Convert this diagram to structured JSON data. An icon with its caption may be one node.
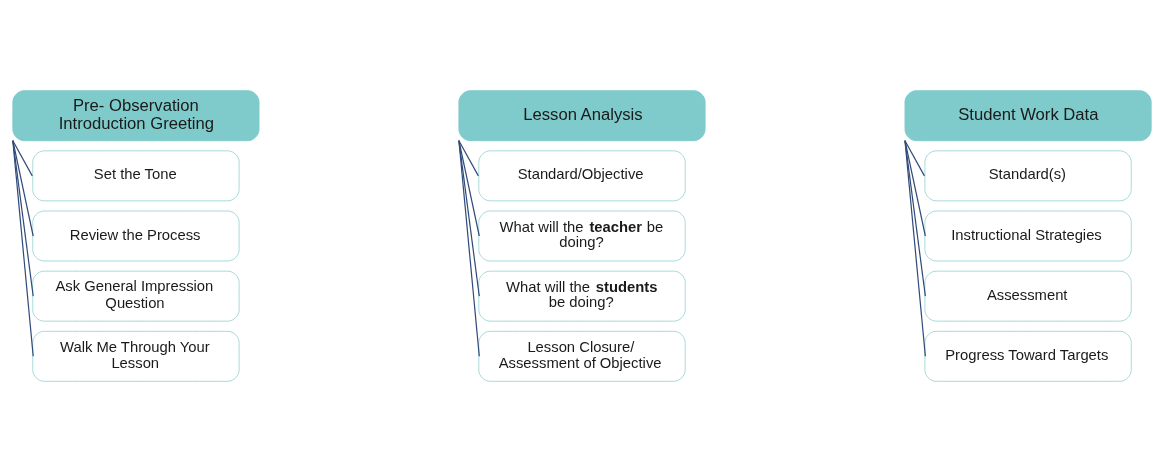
{
  "diagram": {
    "nodes": [
      {
        "text": [
          "Pre- Observation Introduction Greeting"
        ]
      },
      {
        "text": [
          "Set the Tone"
        ]
      },
      {
        "text": [
          "Review the Process"
        ]
      },
      {
        "text": [
          "Ask General Impression Question"
        ]
      },
      {
        "text": [
          "Walk Me Through Your Lesson"
        ]
      },
      {
        "text": [
          "Lesson Analysis"
        ]
      },
      {
        "text": [
          "Standard/Objective"
        ]
      },
      {
        "text": [
          "What will the **teacher** be doing?"
        ]
      },
      {
        "text": [
          "What will the **students** be doing?"
        ]
      },
      {
        "text": [
          "Lesson Closure/ Assessment of Objective"
        ]
      },
      {
        "text": [
          "Student Work Data"
        ]
      },
      {
        "text": [
          "Standard(s)"
        ]
      },
      {
        "text": [
          "Instructional Strategies"
        ]
      },
      {
        "text": [
          "Assessment"
        ]
      },
      {
        "text": [
          "Progress Toward Targets"
        ]
      }
    ],
    "edges": [
      {
        "from": 0,
        "to": 1,
        "arrow": "none"
      },
      {
        "from": 0,
        "to": 2,
        "arrow": "none"
      },
      {
        "from": 0,
        "to": 3,
        "arrow": "none"
      },
      {
        "from": 0,
        "to": 4,
        "arrow": "none"
      },
      {
        "from": 5,
        "to": 6,
        "arrow": "none"
      },
      {
        "from": 5,
        "to": 7,
        "arrow": "none"
      },
      {
        "from": 5,
        "to": 8,
        "arrow": "none"
      },
      {
        "from": 5,
        "to": 9,
        "arrow": "none"
      },
      {
        "from": 10,
        "to": 11,
        "arrow": "none"
      },
      {
        "from": 10,
        "to": 12,
        "arrow": "none"
      },
      {
        "from": 10,
        "to": 13,
        "arrow": "none"
      },
      {
        "from": 10,
        "to": 14,
        "arrow": "none"
      }
    ]
  }
}
